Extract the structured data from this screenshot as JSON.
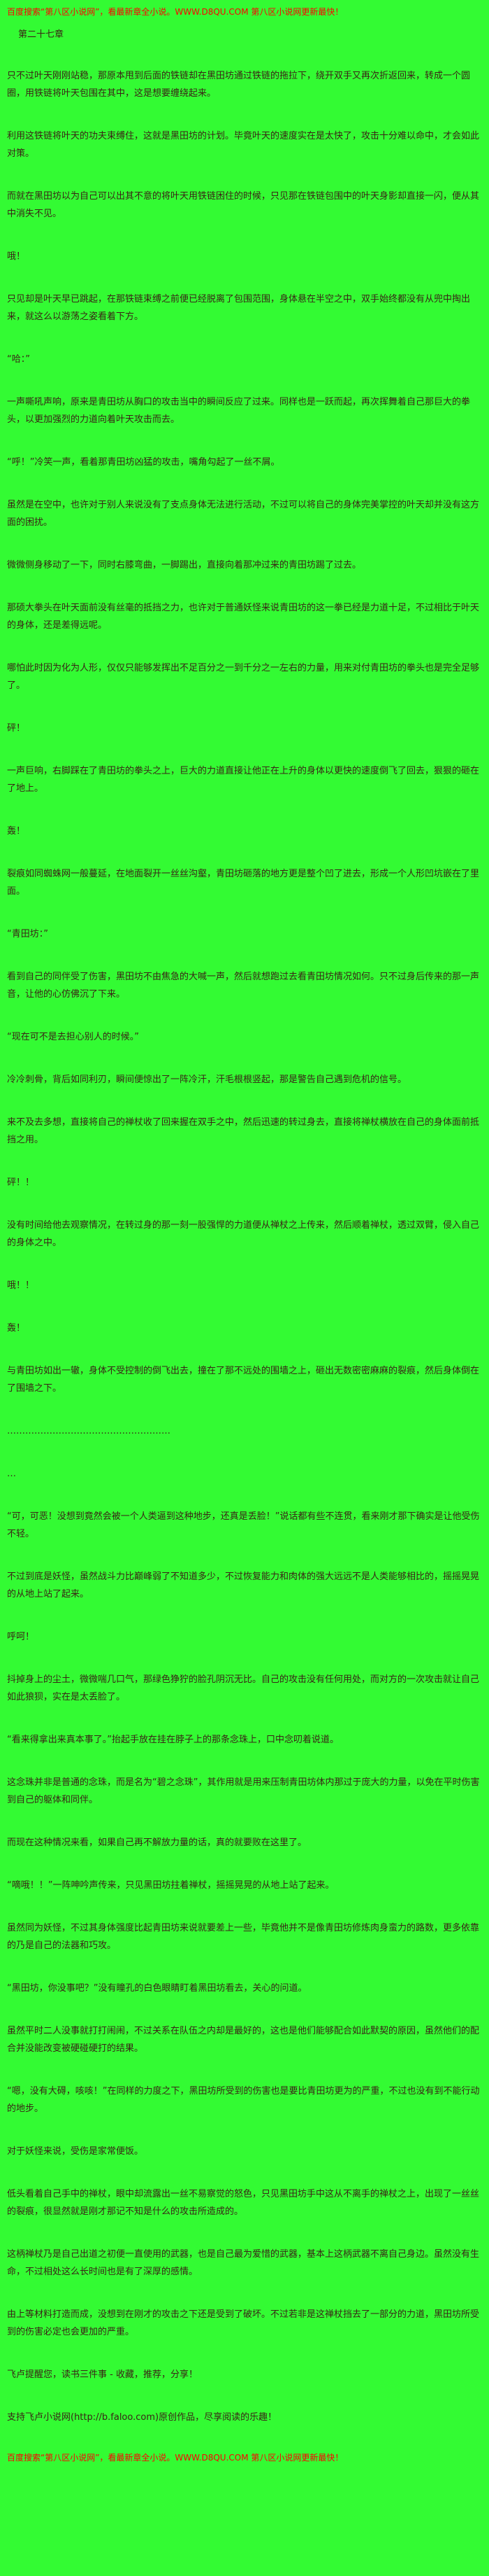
{
  "colors": {
    "background": "#33fb33",
    "notice_text": "#ff0000",
    "body_text": "#3a2415"
  },
  "header": {
    "notice": "百度搜索“第八区小说网”，看最新章全小说。WWW.D8QU.COM 第八区小说网更新最快！"
  },
  "chapter": {
    "title": "第二十七章",
    "paragraphs": [
      "只不过叶天刚刚站稳，那原本甩到后面的铁链却在黑田坊通过铁链的拖拉下，绕开双手又再次折返回来，转成一个圆圈，用铁链将叶天包围在其中，这是想要缠绕起来。",
      "利用这铁链将叶天的功夫束缚住，这就是黑田坊的计划。毕竟叶天的速度实在是太快了，攻击十分难以命中，才会如此对策。",
      "而就在黑田坊以为自己可以出其不意的将叶天用铁链困住的时候，只见那在铁链包围中的叶天身影却直接一闪，便从其中消失不见。",
      "哦！",
      "只见却是叶天早已跳起，在那铁链束缚之前便已经脱离了包围范围，身体悬在半空之中，双手始终都没有从兜中掏出来，就这么以游荡之姿看着下方。",
      "“哈：”",
      "一声嘶吼声响，原来是青田坊从胸口的攻击当中的瞬间反应了过来。同样也是一跃而起，再次挥舞着自己那巨大的拳头，以更加强烈的力道向着叶天攻击而去。",
      "“呼！”冷笑一声，看着那青田坊凶猛的攻击，嘴角勾起了一丝不屑。",
      "虽然是在空中，也许对于别人来说没有了支点身体无法进行活动，不过可以将自己的身体完美掌控的叶天却并没有这方面的困扰。",
      "微微侧身移动了一下，同时右膝弯曲，一脚踢出，直接向着那冲过来的青田坊踢了过去。",
      "那硕大拳头在叶天面前没有丝毫的抵挡之力，也许对于普通妖怪来说青田坊的这一拳已经是力道十足，不过相比于叶天的身体，还是差得远呢。",
      "哪怕此时因为化为人形，仅仅只能够发挥出不足百分之一到千分之一左右的力量，用来对付青田坊的拳头也是完全足够了。",
      "砰！",
      "一声巨响，右脚踩在了青田坊的拳头之上，巨大的力道直接让他正在上升的身体以更快的速度倒飞了回去，狠狠的砸在了地上。",
      "轰！",
      "裂痕如同蜘蛛网一般蔓延，在地面裂开一丝丝沟壑，青田坊砸落的地方更是整个凹了进去，形成一个人形凹坑嵌在了里面。",
      "“青田坊：”",
      "看到自己的同伴受了伤害，黑田坊不由焦急的大喊一声，然后就想跑过去看青田坊情况如何。只不过身后传来的那一声音，让他的心仿佛沉了下来。",
      "“现在可不是去担心别人的时候。”",
      "冷冷刺骨，背后如同利刃，瞬间便惊出了一阵冷汗，汗毛根根竖起，那是警告自己遇到危机的信号。",
      "来不及去多想，直接将自己的禅杖收了回来握在双手之中，然后迅速的转过身去，直接将禅杖横放在自己的身体面前抵挡之用。",
      "砰！！",
      "没有时间给他去观察情况，在转过身的那一刻一股强悍的力道便从禅杖之上传来，然后顺着禅杖，透过双臂，侵入自己的身体之中。",
      "哦！！",
      "轰！",
      "与青田坊如出一辙，身体不受控制的倒飞出去，撞在了那不远处的围墙之上，砸出无数密密麻麻的裂痕，然后身体倒在了围墙之下。",
      "………………………………………………",
      "…",
      "“可，可恶！没想到竟然会被一个人类逼到这种地步，还真是丢脸！”说话都有些不连贯，看来刚才那下确实是让他受伤不轻。",
      "不过到底是妖怪，虽然战斗力比巅峰弱了不知道多少，不过恢复能力和肉体的强大远远不是人类能够相比的，摇摇晃晃的从地上站了起来。",
      "呼呵！",
      "抖掉身上的尘土，微微喘几口气，那绿色狰狞的脸孔阴沉无比。自己的攻击没有任何用处，而对方的一次攻击就让自己如此狼狈，实在是太丢脸了。",
      "“看来得拿出来真本事了。”抬起手放在挂在脖子上的那条念珠上，口中念叨着说道。",
      "这念珠并非是普通的念珠，而是名为“碧之念珠”，其作用就是用来压制青田坊体内那过于庞大的力量，以免在平时伤害到自己的躯体和同伴。",
      "而现在这种情况来看，如果自己再不解放力量的话，真的就要败在这里了。",
      "“嘀哦！！”一阵呻吟声传来，只见黑田坊拄着禅杖，摇摇晃晃的从地上站了起来。",
      "虽然同为妖怪，不过其身体强度比起青田坊来说就要差上一些，毕竟他并不是像青田坊修炼肉身蛮力的路数，更多依靠的乃是自己的法器和巧攻。",
      "“黑田坊，你没事吧？”没有瞳孔的白色眼睛盯着黑田坊看去，关心的问道。",
      "虽然平时二人没事就打打闹闹，不过关系在队伍之内却是最好的，这也是他们能够配合如此默契的原因，虽然他们的配合并没能改变被硬碰硬打的结果。",
      "“嗯，没有大碍，咳咳！”在同样的力度之下，黑田坊所受到的伤害也是要比青田坊更为的严重，不过也没有到不能行动的地步。",
      "对于妖怪来说，受伤是家常便饭。",
      "低头看着自己手中的禅杖，眼中却流露出一丝不易察觉的怒色，只见黑田坊手中这从不离手的禅杖之上，出现了一丝丝的裂痕，很显然就是刚才那记不知是什么的攻击所造成的。",
      "这柄禅杖乃是自己出道之初便一直使用的武器，也是自己最为爱惜的武器，基本上这柄武器不离自己身边。虽然没有生命，不过相处这么长时间也是有了深厚的感情。",
      "由上等材料打造而成，没想到在刚才的攻击之下还是受到了破坏。不过若非是这禅杖挡去了一部分的力道，黑田坊所受到的伤害必定也会更加的严重。"
    ]
  },
  "footer": {
    "reminder": "飞卢提醒您，读书三件事 - 收藏，推荐，分享！",
    "support": "支持飞卢小说网(http://b.faloo.com)原创作品，尽享阅读的乐趣！",
    "notice": "百度搜索“第八区小说网”，看最新章全小说。WWW.D8QU.COM 第八区小说网更新最快！"
  }
}
